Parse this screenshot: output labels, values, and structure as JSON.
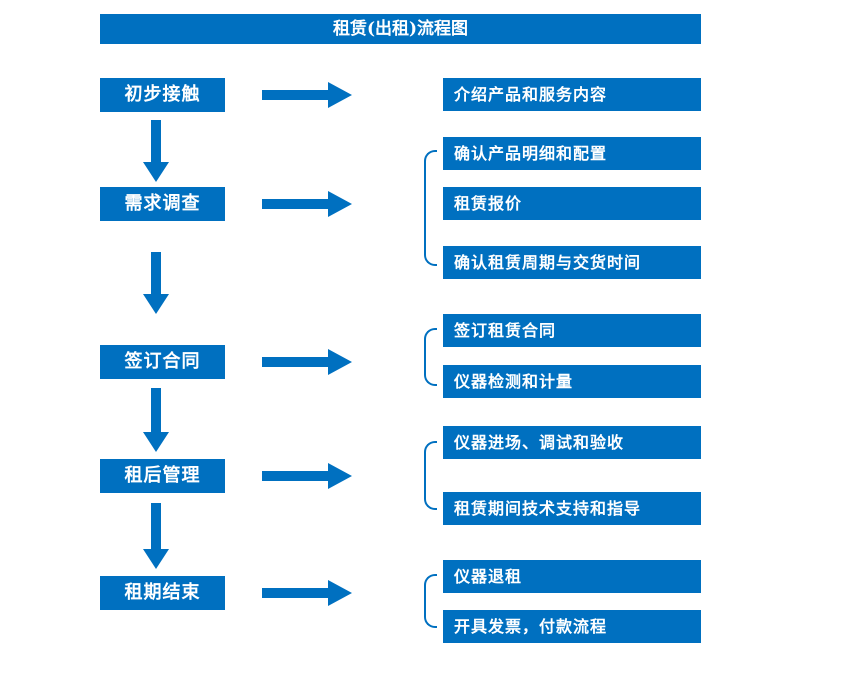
{
  "title": "租赁(出租)流程图",
  "colors": {
    "primary": "#0070C0",
    "background": "#ffffff",
    "text_on_primary": "#ffffff"
  },
  "stages": [
    {
      "label": "初步接触",
      "items": [
        "介绍产品和服务内容"
      ]
    },
    {
      "label": "需求调查",
      "items": [
        "确认产品明细和配置",
        "租赁报价",
        "确认租赁周期与交货时间"
      ]
    },
    {
      "label": "签订合同",
      "items": [
        "签订租赁合同",
        "仪器检测和计量"
      ]
    },
    {
      "label": "租后管理",
      "items": [
        "仪器进场、调试和验收",
        "租赁期间技术支持和指导"
      ]
    },
    {
      "label": "租期结束",
      "items": [
        "仪器退租",
        "开具发票，付款流程"
      ]
    }
  ]
}
